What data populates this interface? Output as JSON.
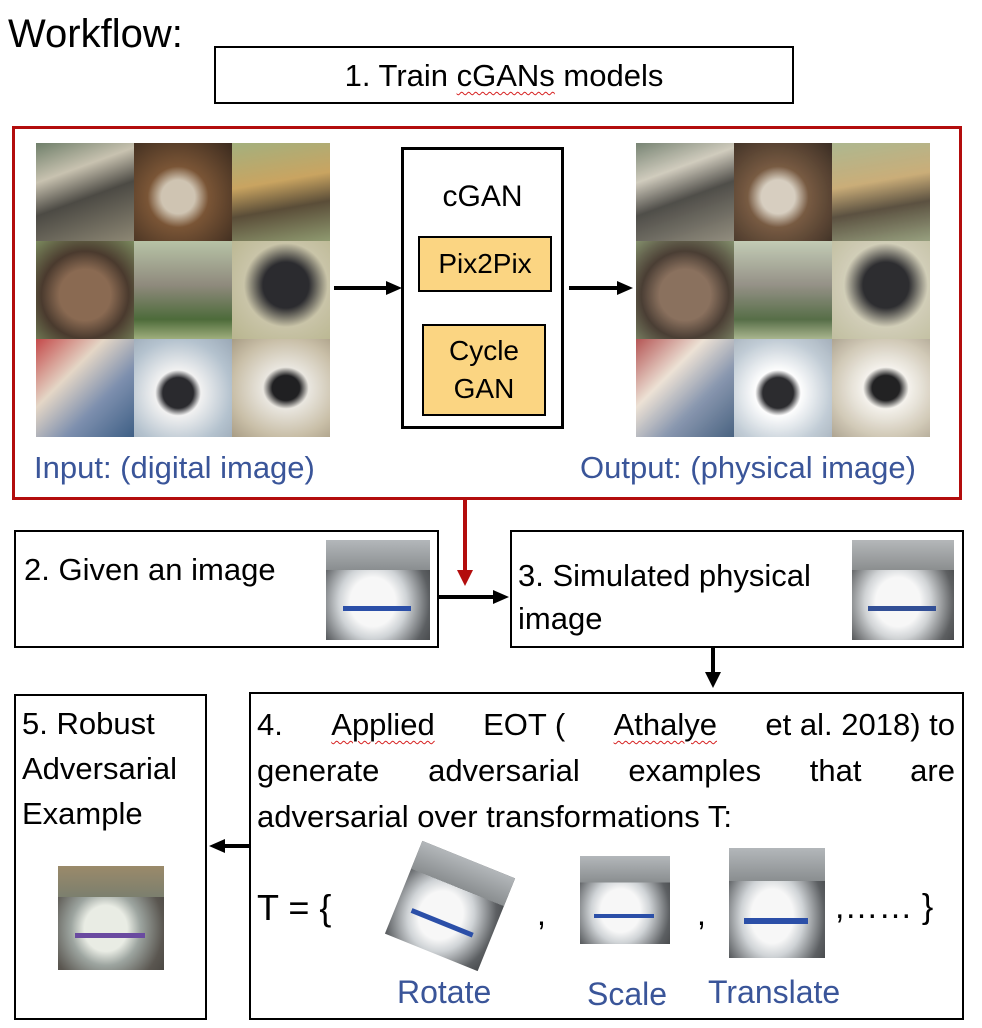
{
  "header": {
    "workflow_label": "Workflow:"
  },
  "step1": {
    "label_prefix": "1. Train ",
    "label_marked": "cGANs",
    "label_suffix": " models"
  },
  "cgan_panel": {
    "title": "cGAN",
    "models": [
      "Pix2Pix",
      "Cycle\nGAN"
    ],
    "input_caption": "Input: (digital image)",
    "output_caption": "Output: (physical image)"
  },
  "step2": {
    "label": "2. Given an image"
  },
  "step3": {
    "label": "3. Simulated physical\nimage"
  },
  "step4": {
    "line1_prefix": "4. ",
    "line1_marked1": "Applied",
    "line1_mid": " EOT (",
    "line1_marked2": "Athalye",
    "line1_suffix": " et al. 2018) to",
    "line2": "generate adversarial examples that are",
    "line3": "adversarial over transformations T:",
    "set_open": "T = {",
    "separator": ",",
    "ellipsis": ",…… }",
    "transform_labels": [
      "Rotate",
      "Scale",
      "Translate"
    ]
  },
  "step5": {
    "label": "5. Robust\nAdversarial\nExample"
  },
  "colors": {
    "red_frame": "#b30d0d",
    "caption_blue": "#3a5599",
    "model_fill": "#fbd582"
  }
}
